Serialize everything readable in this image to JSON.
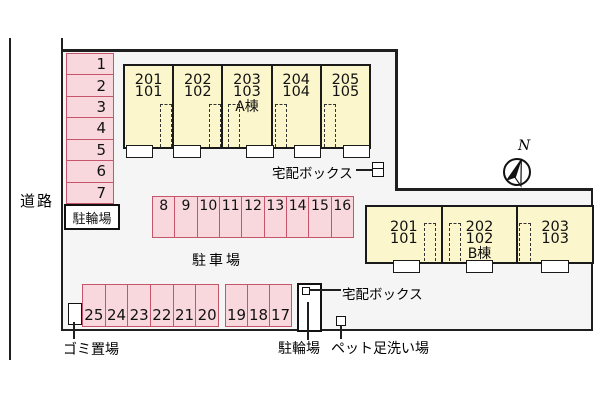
{
  "site": {
    "road_label": "道路",
    "compass_n": "N"
  },
  "bicycle_top": {
    "label": "駐輪場",
    "stalls": [
      "1",
      "2",
      "3",
      "4",
      "5",
      "6",
      "7"
    ]
  },
  "parking": {
    "label": "駐車場",
    "row_mid": [
      "8",
      "9",
      "10",
      "11",
      "12",
      "13",
      "14",
      "15",
      "16"
    ],
    "row_bottom_left": [
      "25",
      "24",
      "23",
      "22",
      "21",
      "20"
    ],
    "row_bottom_right": [
      "19",
      "18",
      "17"
    ]
  },
  "building_a": {
    "delivery_label": "宅配ボックス",
    "units": [
      {
        "upper": "201",
        "lower": "101",
        "tag": ""
      },
      {
        "upper": "202",
        "lower": "102",
        "tag": ""
      },
      {
        "upper": "203",
        "lower": "103",
        "tag": "A棟"
      },
      {
        "upper": "204",
        "lower": "104",
        "tag": ""
      },
      {
        "upper": "205",
        "lower": "105",
        "tag": ""
      }
    ]
  },
  "building_b": {
    "delivery_label": "宅配ボックス",
    "units": [
      {
        "upper": "201",
        "lower": "101",
        "tag": ""
      },
      {
        "upper": "202",
        "lower": "102",
        "tag": "B棟"
      },
      {
        "upper": "203",
        "lower": "103",
        "tag": ""
      }
    ]
  },
  "amenities": {
    "garbage_label": "ゴミ置場",
    "bicycle_bottom_label": "駐輪場",
    "pet_wash_label": "ペット足洗い場"
  },
  "colors": {
    "stall_fill": "#f8d8dd",
    "stall_border": "#c4556a",
    "building_fill": "#fbf6cb",
    "site_fill": "#f5f5f5",
    "line": "#1f1f1f"
  }
}
